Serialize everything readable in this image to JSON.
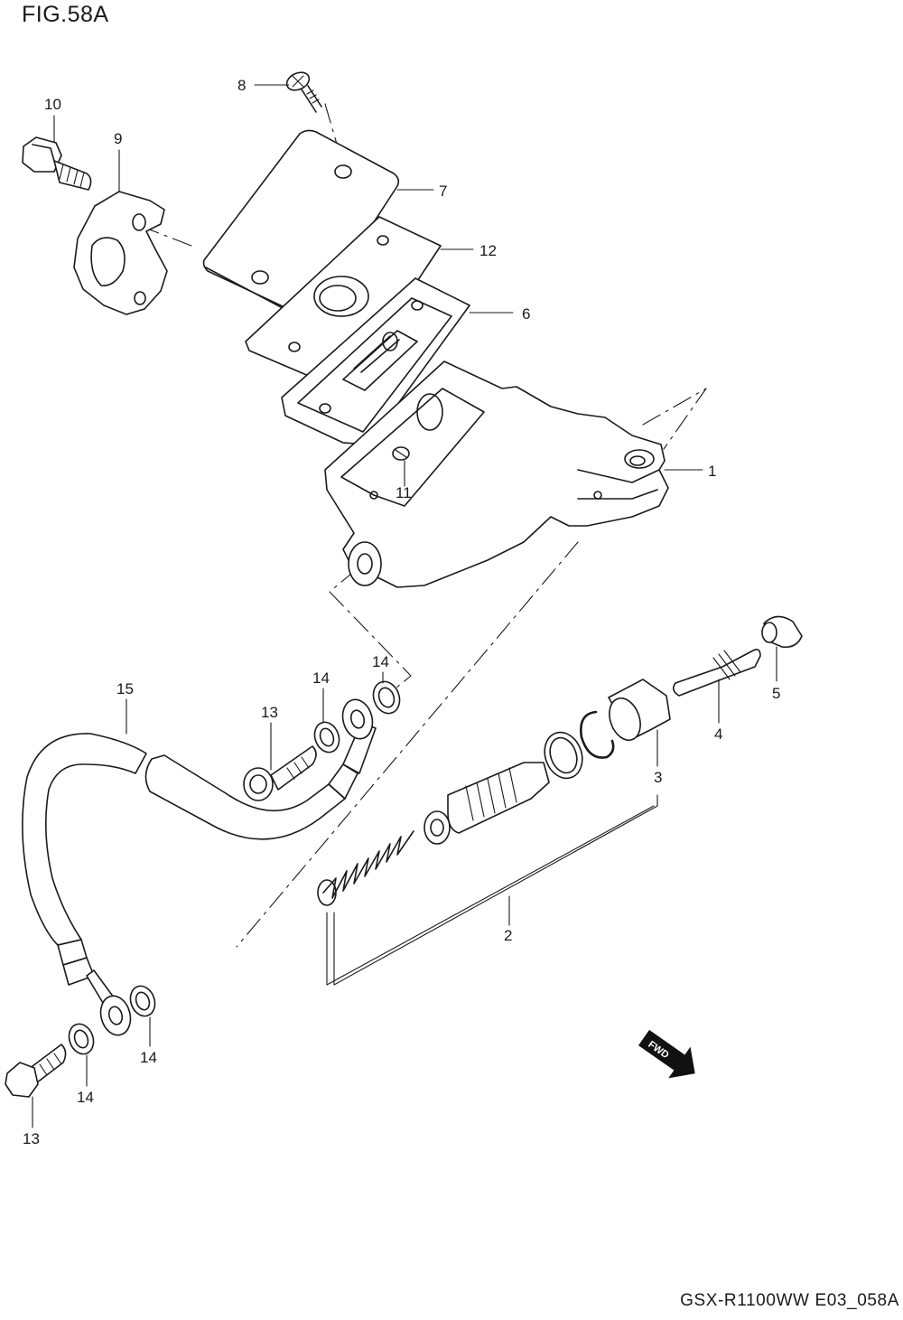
{
  "figure": {
    "title": "FIG.58A",
    "code": "GSX-R1100WW  E03_058A"
  },
  "callouts": [
    "1",
    "2",
    "3",
    "4",
    "5",
    "6",
    "7",
    "8",
    "9",
    "10",
    "11",
    "12",
    "13",
    "13",
    "14",
    "14",
    "14",
    "14",
    "15"
  ],
  "fwd_badge": "FWD"
}
